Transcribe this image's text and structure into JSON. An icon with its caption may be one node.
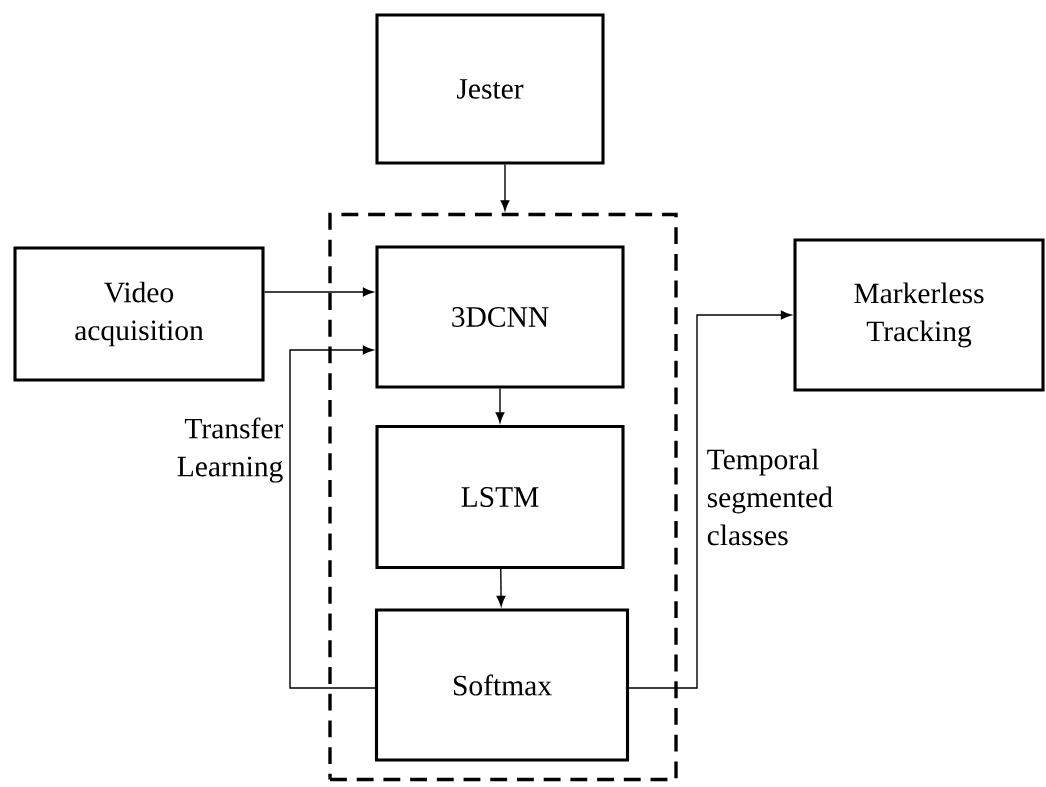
{
  "diagram": {
    "nodes": [
      {
        "text": [
          "Jester"
        ]
      },
      {
        "text": [],
        "shape": "box"
      },
      {
        "text": [
          "Video acquisition"
        ]
      },
      {
        "text": [
          "3DCNN"
        ],
        "in": 1
      },
      {
        "text": [
          "Markerless Tracking"
        ]
      },
      {
        "text": [
          "LSTM"
        ],
        "in": 1
      },
      {
        "text": [
          "Softmax"
        ],
        "in": 1
      }
    ],
    "edges": [
      {
        "from": 0,
        "to": 1,
        "arrow": "to"
      },
      {
        "from": 2,
        "to": 3,
        "arrow": "to"
      },
      {
        "from": 6,
        "to": 3,
        "arrow": "to",
        "label": "Transfer Learning"
      },
      {
        "from": 3,
        "to": 5,
        "arrow": "to"
      },
      {
        "from": 5,
        "to": 6,
        "arrow": "to"
      },
      {
        "from": 6,
        "to": 4,
        "arrow": "to",
        "label": "Temporal segmented classes"
      }
    ]
  }
}
